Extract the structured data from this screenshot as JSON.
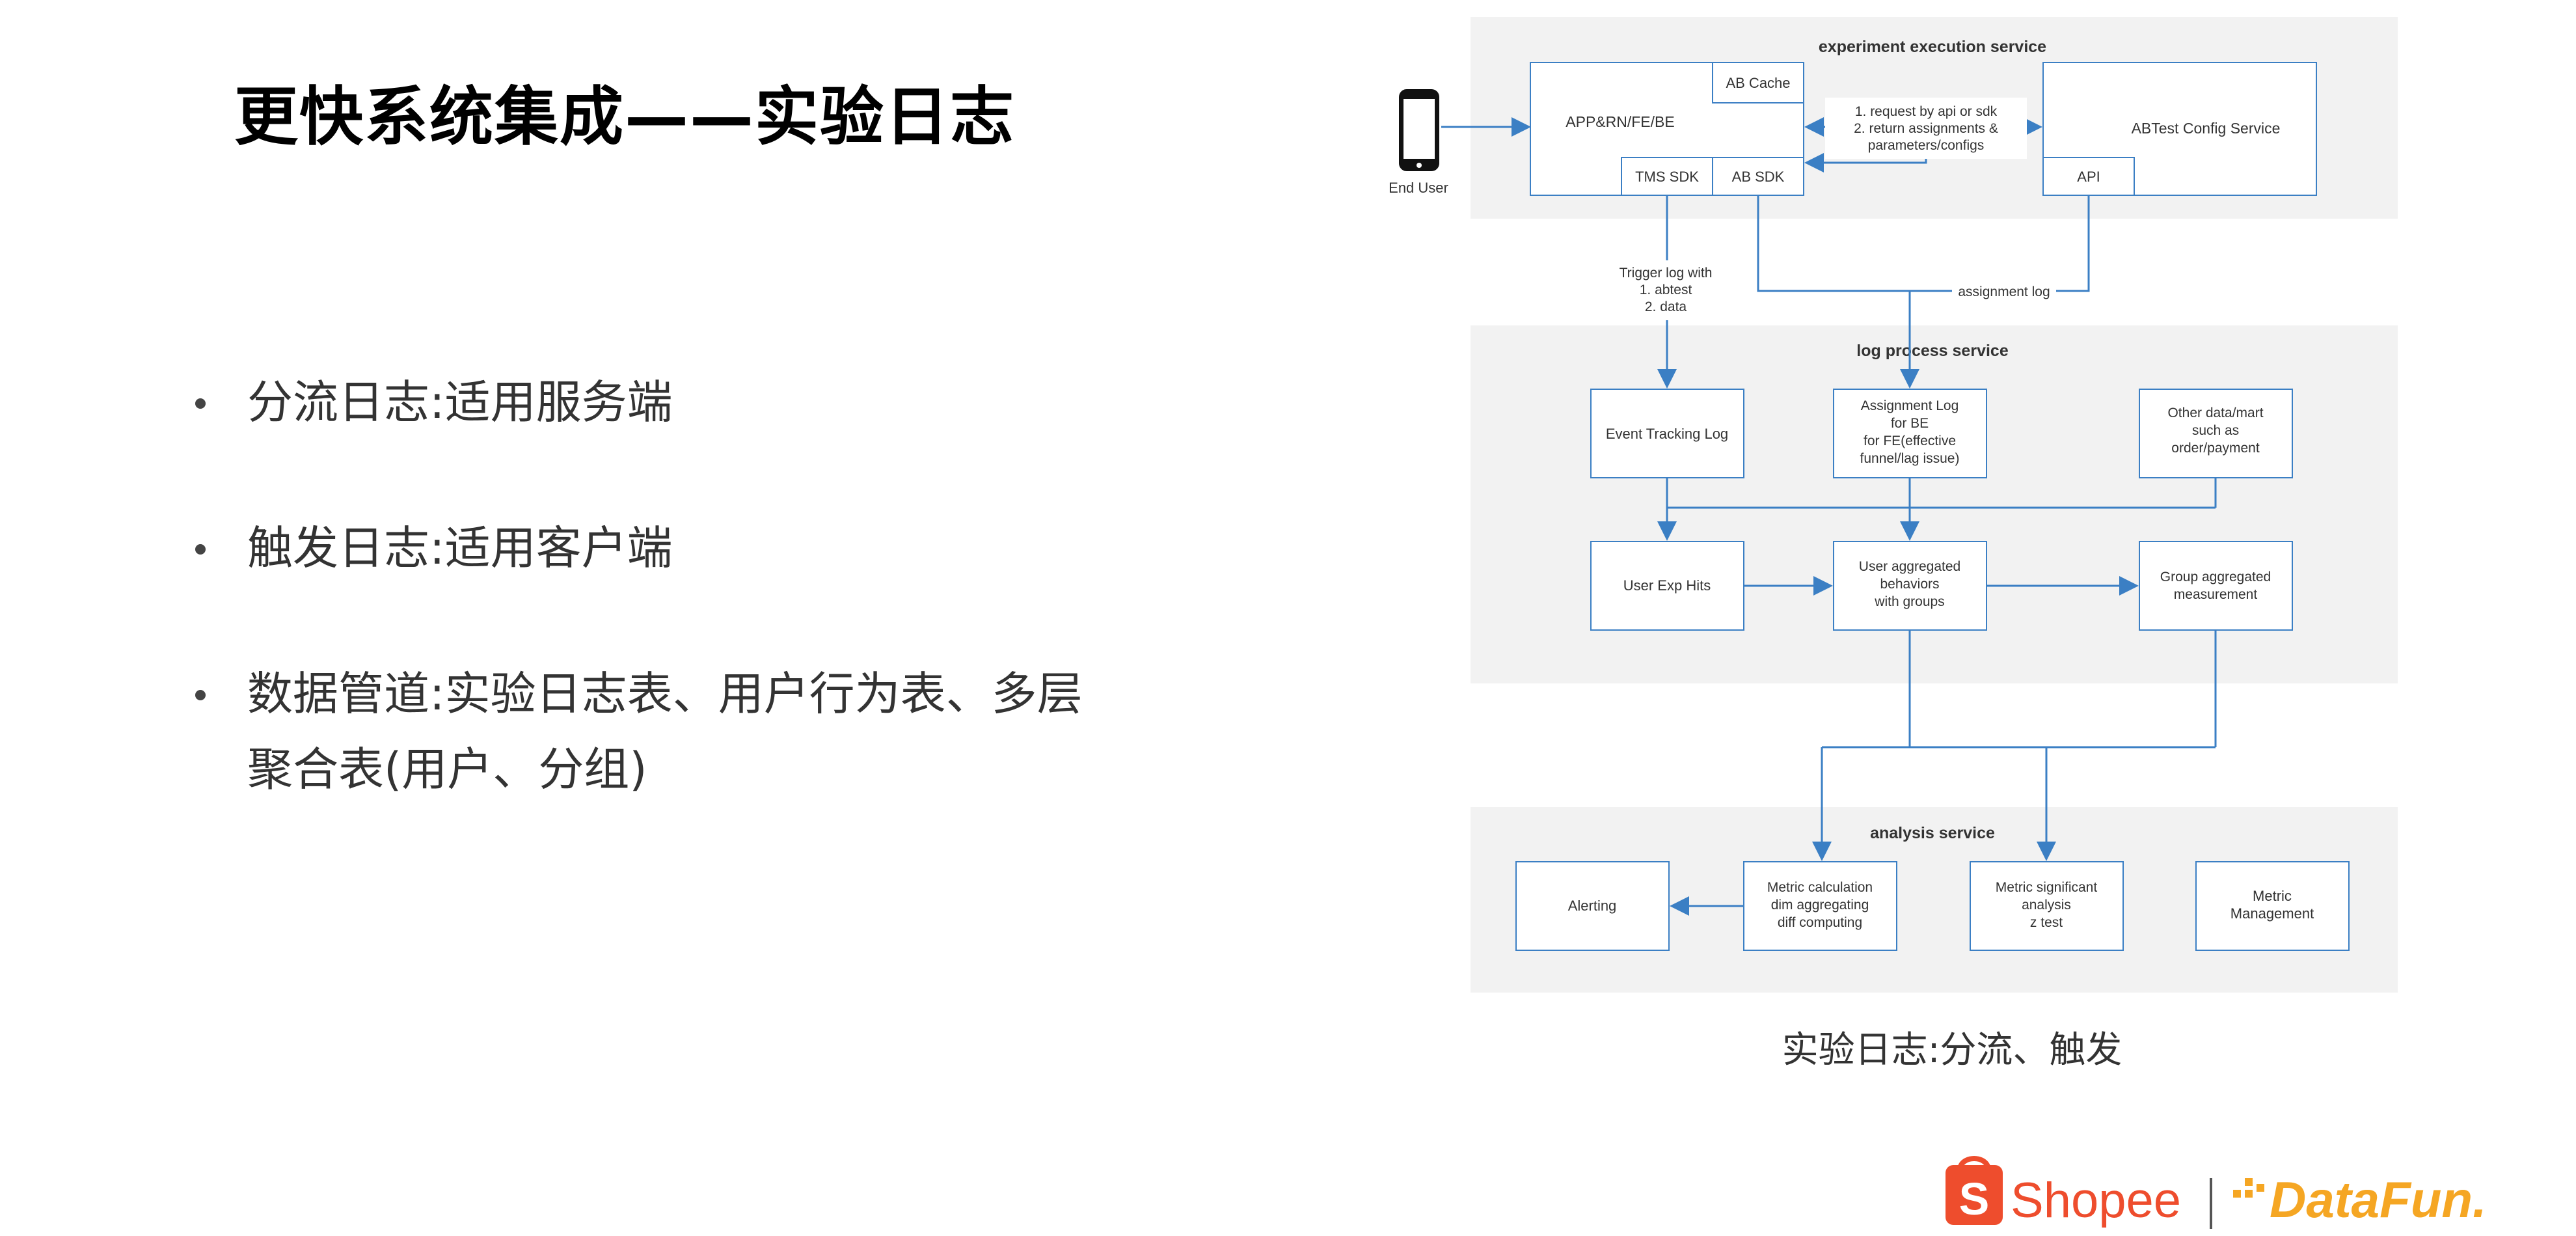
{
  "slide": {
    "title": "更快系统集成——实验日志",
    "bullets": [
      "分流日志:适用服务端",
      "触发日志:适用客户端",
      "数据管道:实验日志表、用户行为表、多层聚合表(用户、分组)"
    ],
    "caption": "实验日志:分流、触发"
  },
  "diagram": {
    "services": {
      "execution": "experiment execution service",
      "log_process": "log process service",
      "analysis": "analysis service"
    },
    "end_user": "End User",
    "app_box": "APP&RN/FE/BE",
    "ab_cache": "AB Cache",
    "tms_sdk": "TMS SDK",
    "ab_sdk": "AB SDK",
    "config_service": "ABTest Config Service",
    "api": "API",
    "request_note": [
      "1. request by api or sdk",
      "2. return assignments &",
      "parameters/configs"
    ],
    "trigger_note": [
      "Trigger log with",
      "1. abtest",
      "2. data"
    ],
    "assignment_log_label": "assignment log",
    "event_tracking_log": "Event Tracking Log",
    "assignment_log": [
      "Assignment Log",
      "for BE",
      "for FE(effective",
      "funnel/lag issue)"
    ],
    "other_data": [
      "Other data/mart",
      "such as",
      "order/payment"
    ],
    "user_exp_hits": "User Exp Hits",
    "user_aggregated": [
      "User aggregated",
      "behaviors",
      "with groups"
    ],
    "group_aggregated": [
      "Group aggregated",
      "measurement"
    ],
    "alerting": "Alerting",
    "metric_calc": [
      "Metric calculation",
      "dim aggregating",
      "diff computing"
    ],
    "metric_sig": [
      "Metric significant",
      "analysis",
      "z test"
    ],
    "metric_mgmt": [
      "Metric",
      "Management"
    ]
  },
  "footer": {
    "shopee": "Shopee",
    "datafun": "DataFun."
  },
  "colors": {
    "accent_blue": "#3b7fc4",
    "panel_gray": "#f2f2f2",
    "shopee_orange": "#ee4d2d",
    "datafun_orange": "#f5a623"
  }
}
